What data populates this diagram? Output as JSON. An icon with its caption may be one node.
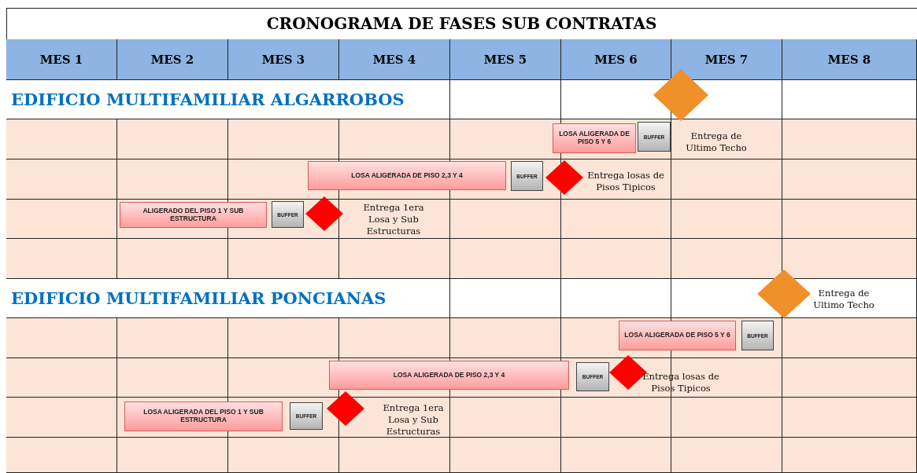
{
  "diagram": {
    "title": "CRONOGRAMA DE FASES SUB CONTRATAS",
    "nodes": [
      {
        "text": [],
        "shape": "diamond",
        "beside": [
          "Entrega de Ultimo Techo"
        ]
      },
      {
        "text": [
          "LOSA ALIGERADA DE PISO 5 Y 6"
        ]
      },
      {
        "text": [
          "BUFFER"
        ]
      },
      {
        "text": [
          "LOSA ALIGERADA DE PISO 2,3 Y 4"
        ]
      },
      {
        "text": [
          "BUFFER"
        ]
      },
      {
        "text": [],
        "shape": "diamond",
        "beside": [
          "Entrega losas de Pisos Tipicos"
        ]
      },
      {
        "text": [
          "ALIGERADO DEL PISO 1 Y SUB ESTRUCTURA"
        ]
      },
      {
        "text": [
          "BUFFER"
        ]
      },
      {
        "text": [],
        "shape": "diamond",
        "beside": [
          "Entrega 1era Losa y Sub Estructuras"
        ]
      },
      {
        "text": [],
        "shape": "diamond",
        "beside": [
          "Entrega de Ultimo Techo"
        ]
      },
      {
        "text": [
          "LOSA ALIGERADA DE PISO 5 Y 6"
        ]
      },
      {
        "text": [
          "BUFFER"
        ]
      },
      {
        "text": [
          "LOSA ALIGERADA DE PISO 2,3 Y 4"
        ]
      },
      {
        "text": [
          "BUFFER"
        ]
      },
      {
        "text": [],
        "shape": "diamond",
        "beside": [
          "Entrega losas de Pisos Tipicos"
        ]
      },
      {
        "text": [
          "LOSA ALIGERADA DEL PISO 1 Y SUB ESTRUCTURA"
        ]
      },
      {
        "text": [
          "BUFFER"
        ]
      },
      {
        "text": [],
        "shape": "diamond",
        "beside": [
          "Entrega 1era Losa y Sub Estructuras"
        ]
      }
    ],
    "labels": [
      "MES 1",
      "MES 2",
      "MES 3",
      "MES 4",
      "MES 5",
      "MES 6",
      "MES 7",
      "MES 8",
      "EDIFICIO MULTIFAMILIAR ALGARROBOS",
      "EDIFICIO MULTIFAMILIAR PONCIANAS"
    ]
  }
}
